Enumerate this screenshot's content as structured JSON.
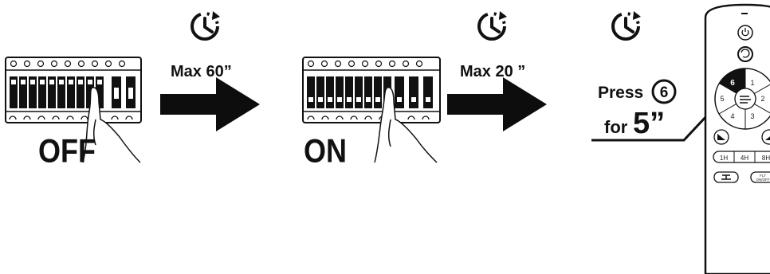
{
  "steps": {
    "off_label": "OFF",
    "on_label": "ON",
    "wait_1": "Max 60”",
    "wait_2": "Max 20 ”",
    "press_prefix": "Press",
    "press_button": "6",
    "hold_prefix": "for",
    "hold_duration": "5”"
  },
  "remote": {
    "dial_buttons": [
      "6",
      "1",
      "2",
      "3",
      "4",
      "5"
    ],
    "timer_buttons": [
      "1H",
      "4H",
      "8H"
    ],
    "toggle_label_line1": "FLT",
    "toggle_label_line2": "ON/OFF"
  },
  "icons": {
    "clock_1": "clock-icon",
    "clock_2": "clock-icon",
    "clock_3": "clock-icon",
    "arrow_1": "right-arrow-icon",
    "arrow_2": "right-arrow-icon",
    "arrow_3": "right-arrow-icon"
  },
  "colors": {
    "ink": "#111111",
    "paper": "#ffffff",
    "panel_grey": "#e8e8e8"
  }
}
